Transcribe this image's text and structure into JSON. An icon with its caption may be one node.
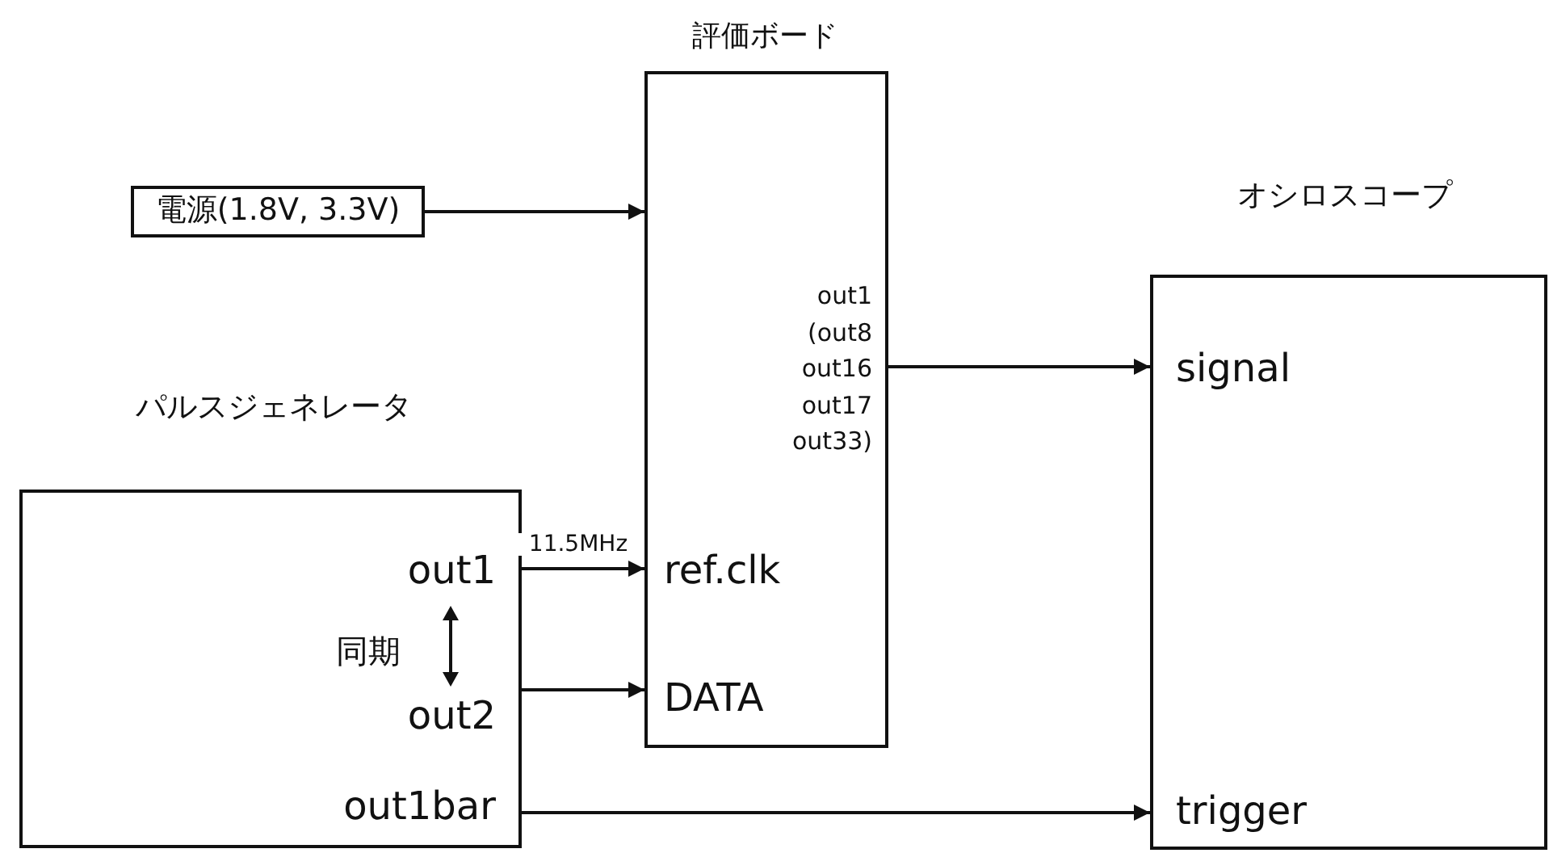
{
  "diagram": {
    "nodes": [
      {
        "text": [
          "評価ボード",
          "out1 (out8 out16 out17 out33)",
          "ref.clk",
          "DATA"
        ]
      },
      {
        "text": [
          "電源(1.8V, 3.3V)"
        ]
      },
      {
        "text": [
          "パルスジェネレータ",
          "out1",
          "同期",
          "out2",
          "out1bar"
        ]
      },
      {
        "text": [
          "オシロスコープ",
          "signal",
          "trigger"
        ]
      }
    ],
    "edges": [
      {
        "from": 1,
        "to": 0,
        "arrow": "to"
      },
      {
        "from": 2,
        "to": 0,
        "arrow": "to",
        "label": "11.5MHz"
      },
      {
        "from": 2,
        "to": 0,
        "arrow": "to"
      },
      {
        "from": 0,
        "to": 3,
        "arrow": "to"
      },
      {
        "from": 2,
        "to": 3,
        "arrow": "to"
      }
    ]
  }
}
